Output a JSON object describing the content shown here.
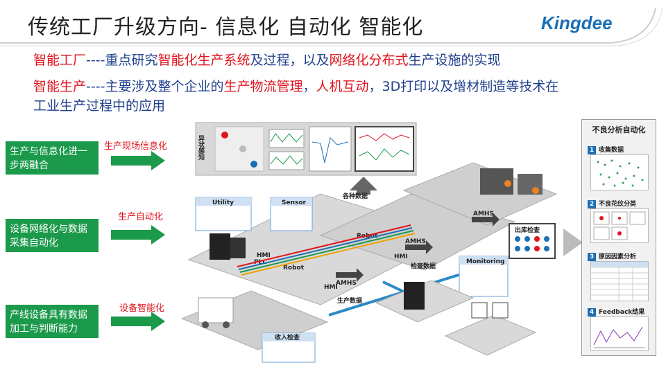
{
  "header": {
    "title": "传统工厂升级方向- 信息化 自动化 智能化",
    "logo": "Kingdee"
  },
  "subtitle": {
    "line1": {
      "red1": "智能工厂",
      "blue1": "----重点研究",
      "red2": "智能化生产系统",
      "blue2": "及过程，以及",
      "red3": "网络化分布式",
      "blue3": "生产设施的实现"
    },
    "line2": {
      "red1": "智能生产",
      "blue1": "----主要涉及整个企业的",
      "red2": "生产物流管理",
      "blue2": "，",
      "red3": "人机互动",
      "blue3": "，3D打印以及增材制造等技术在"
    },
    "line3": "工业生产过程中的应用"
  },
  "left": [
    {
      "box": "生产与信息化进一步两融合",
      "label": "生产现场信息化"
    },
    {
      "box": "设备网络化与数据采集自动化",
      "label": "生产自动化"
    },
    {
      "box": "产线设备具有数据加工与判断能力",
      "label": "设备智能化"
    }
  ],
  "factory": {
    "anomaly_label": "异状感知",
    "data_label": "各种数据",
    "utility": "Utility",
    "sensor": "Sensor",
    "hmi": "HMI",
    "plc": "PLC",
    "robot": "Robot",
    "amhs": "AMHS",
    "outbound_inspection": "出库检查",
    "inspection_data": "检查数据",
    "production_data": "生产数据",
    "monitoring": "Monitoring",
    "incoming_inspection": "收入检查"
  },
  "right_panel": {
    "title": "不良分析自动化",
    "steps": [
      {
        "num": "1",
        "label": "收集数据"
      },
      {
        "num": "2",
        "label": "不良花纹分类"
      },
      {
        "num": "3",
        "label": "原因因素分析"
      },
      {
        "num": "4",
        "label": "Feedback结果"
      }
    ]
  },
  "colors": {
    "accent_red": "#e0141e",
    "blue": "#1f3f8c",
    "green": "#1a9a4a",
    "brand": "#1a6fb5"
  }
}
